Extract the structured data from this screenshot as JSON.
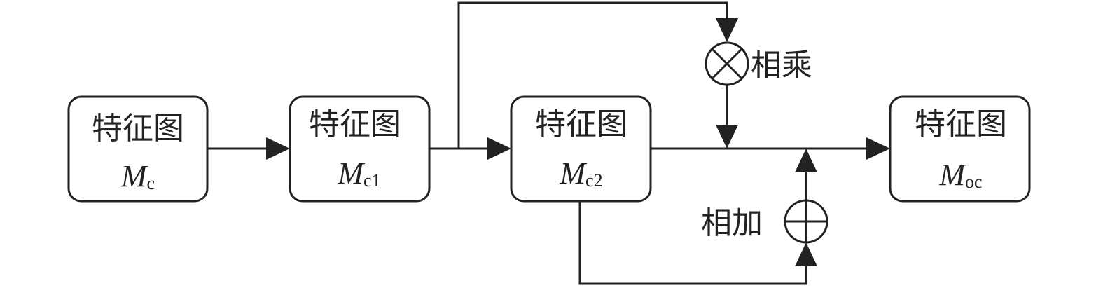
{
  "nodes": [
    {
      "id": "mc",
      "title": "特征图",
      "symbol": "M",
      "subscript": "c"
    },
    {
      "id": "mc1",
      "title": "特征图",
      "symbol": "M",
      "subscript": "c1"
    },
    {
      "id": "mc2",
      "title": "特征图",
      "symbol": "M",
      "subscript": "c2"
    },
    {
      "id": "moc",
      "title": "特征图",
      "symbol": "M",
      "subscript": "oc"
    }
  ],
  "operators": {
    "multiply": {
      "label": "相乘"
    },
    "add": {
      "label": "相加"
    }
  },
  "colors": {
    "stroke": "#222222",
    "background": "#ffffff"
  }
}
